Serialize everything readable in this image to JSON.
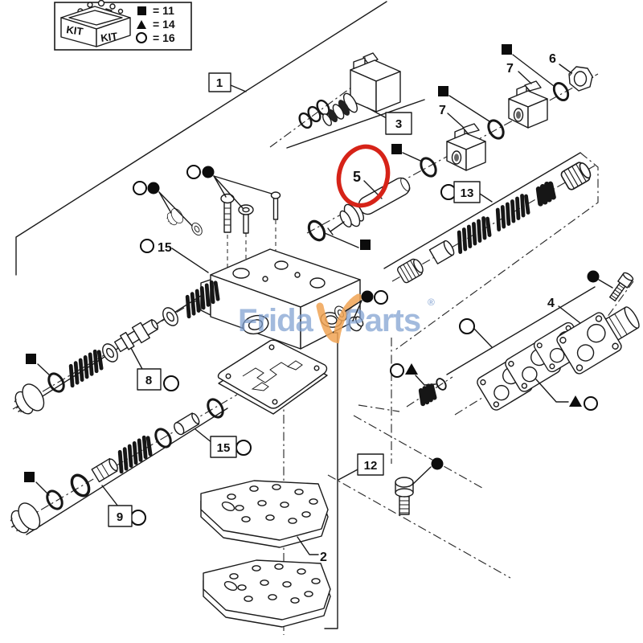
{
  "legend": {
    "kit_left": "KIT",
    "kit_right": "KIT",
    "rows": [
      {
        "symbol": "filled-square",
        "text": "= 11"
      },
      {
        "symbol": "filled-triangle",
        "text": "= 14"
      },
      {
        "symbol": "open-circle",
        "text": "= 16"
      }
    ]
  },
  "labels": {
    "p1": "1",
    "p2": "2",
    "p3": "3",
    "p4": "4",
    "p5": "5",
    "p6": "6",
    "p7_left": "7",
    "p7_right": "7",
    "p8": "8",
    "p9": "9",
    "p12": "12",
    "p13": "13",
    "p15_body": "15",
    "p15_kit": "15"
  },
  "highlight": {
    "part": "5",
    "color": "#d62318"
  },
  "watermark": {
    "part1": "Frida",
    "part2": "Parts",
    "reg": "®",
    "blue": "#7e9fd0",
    "orange": "#f0a353"
  },
  "colors": {
    "line": "#1a1a1a",
    "background": "#ffffff"
  }
}
